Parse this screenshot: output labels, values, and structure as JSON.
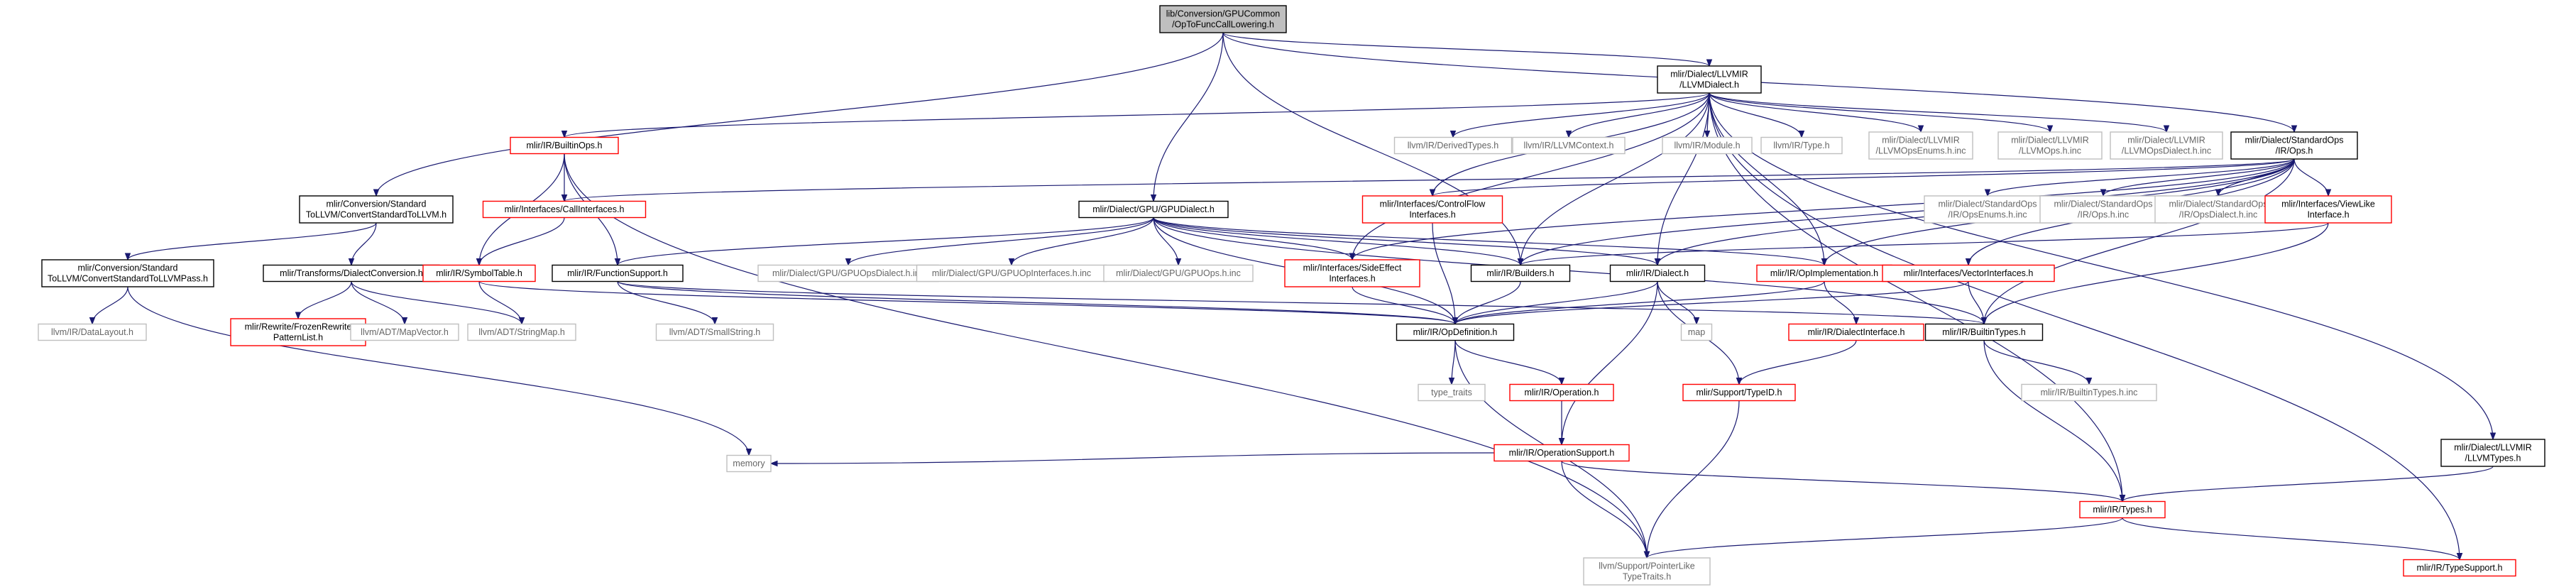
{
  "diagram": {
    "colors": {
      "edge": "#191970",
      "root_fill": "#bfbfbf",
      "root_stroke": "#000000",
      "documented_stroke": "#000000",
      "truncated_stroke": "#ff0000",
      "external_stroke": "#bfbfbf",
      "documented_text": "#000000",
      "external_text": "#666666"
    },
    "nodes": [
      {
        "id": "root",
        "kind": "root",
        "lines": [
          "lib/Conversion/GPUCommon",
          "/OpToFuncCallLowering.h"
        ]
      },
      {
        "id": "llvmdialect",
        "kind": "documented",
        "lines": [
          "mlir/Dialect/LLVMIR",
          "/LLVMDialect.h"
        ]
      },
      {
        "id": "builtinops",
        "kind": "truncated",
        "lines": [
          "mlir/IR/BuiltinOps.h"
        ]
      },
      {
        "id": "stdtollvm",
        "kind": "documented",
        "lines": [
          "mlir/Conversion/Standard",
          "ToLLVM/ConvertStandardToLLVM.h"
        ]
      },
      {
        "id": "callinterfaces",
        "kind": "truncated",
        "lines": [
          "mlir/Interfaces/CallInterfaces.h"
        ]
      },
      {
        "id": "gpudialect",
        "kind": "documented",
        "lines": [
          "mlir/Dialect/GPU/GPUDialect.h"
        ]
      },
      {
        "id": "derivedtypes",
        "kind": "external",
        "lines": [
          "llvm/IR/DerivedTypes.h"
        ]
      },
      {
        "id": "llvmcontext",
        "kind": "external",
        "lines": [
          "llvm/IR/LLVMContext.h"
        ]
      },
      {
        "id": "llvmmodule",
        "kind": "external",
        "lines": [
          "llvm/IR/Module.h"
        ]
      },
      {
        "id": "llvmtype",
        "kind": "external",
        "lines": [
          "llvm/IR/Type.h"
        ]
      },
      {
        "id": "llvmopsenums",
        "kind": "external",
        "lines": [
          "mlir/Dialect/LLVMIR",
          "/LLVMOpsEnums.h.inc"
        ]
      },
      {
        "id": "llvmopsinc",
        "kind": "external",
        "lines": [
          "mlir/Dialect/LLVMIR",
          "/LLVMOps.h.inc"
        ]
      },
      {
        "id": "llvmopsdialectinc",
        "kind": "external",
        "lines": [
          "mlir/Dialect/LLVMIR",
          "/LLVMOpsDialect.h.inc"
        ]
      },
      {
        "id": "stdops",
        "kind": "documented",
        "lines": [
          "mlir/Dialect/StandardOps",
          "/IR/Ops.h"
        ]
      },
      {
        "id": "controlflow",
        "kind": "truncated",
        "lines": [
          "mlir/Interfaces/ControlFlow",
          "Interfaces.h"
        ]
      },
      {
        "id": "stdopsenums",
        "kind": "external",
        "lines": [
          "mlir/Dialect/StandardOps",
          "/IR/OpsEnums.h.inc"
        ]
      },
      {
        "id": "stdopsinc",
        "kind": "external",
        "lines": [
          "mlir/Dialect/StandardOps",
          "/IR/Ops.h.inc"
        ]
      },
      {
        "id": "stdopsdialectinc",
        "kind": "external",
        "lines": [
          "mlir/Dialect/StandardOps",
          "/IR/OpsDialect.h.inc"
        ]
      },
      {
        "id": "viewlike",
        "kind": "truncated",
        "lines": [
          "mlir/Interfaces/ViewLike",
          "Interface.h"
        ]
      },
      {
        "id": "stdtollvmpass",
        "kind": "documented",
        "lines": [
          "mlir/Conversion/Standard",
          "ToLLVM/ConvertStandardToLLVMPass.h"
        ]
      },
      {
        "id": "dialectconversion",
        "kind": "documented",
        "lines": [
          "mlir/Transforms/DialectConversion.h"
        ]
      },
      {
        "id": "symboltable",
        "kind": "truncated",
        "lines": [
          "mlir/IR/SymbolTable.h"
        ]
      },
      {
        "id": "functionsupport",
        "kind": "documented",
        "lines": [
          "mlir/IR/FunctionSupport.h"
        ]
      },
      {
        "id": "gpuopsdialectinc",
        "kind": "external",
        "lines": [
          "mlir/Dialect/GPU/GPUOpsDialect.h.inc"
        ]
      },
      {
        "id": "gpuopinterfacesinc",
        "kind": "external",
        "lines": [
          "mlir/Dialect/GPU/GPUOpInterfaces.h.inc"
        ]
      },
      {
        "id": "gpuopsinc",
        "kind": "external",
        "lines": [
          "mlir/Dialect/GPU/GPUOps.h.inc"
        ]
      },
      {
        "id": "sideeffect",
        "kind": "truncated",
        "lines": [
          "mlir/Interfaces/SideEffect",
          "Interfaces.h"
        ]
      },
      {
        "id": "builders",
        "kind": "documented",
        "lines": [
          "mlir/IR/Builders.h"
        ]
      },
      {
        "id": "dialect",
        "kind": "documented",
        "lines": [
          "mlir/IR/Dialect.h"
        ]
      },
      {
        "id": "opimplementation",
        "kind": "truncated",
        "lines": [
          "mlir/IR/OpImplementation.h"
        ]
      },
      {
        "id": "vectorinterfaces",
        "kind": "truncated",
        "lines": [
          "mlir/Interfaces/VectorInterfaces.h"
        ]
      },
      {
        "id": "datalayout",
        "kind": "external",
        "lines": [
          "llvm/IR/DataLayout.h"
        ]
      },
      {
        "id": "frozenrewrite",
        "kind": "truncated",
        "lines": [
          "mlir/Rewrite/FrozenRewrite",
          "PatternList.h"
        ]
      },
      {
        "id": "mapvector",
        "kind": "external",
        "lines": [
          "llvm/ADT/MapVector.h"
        ]
      },
      {
        "id": "stringmap",
        "kind": "external",
        "lines": [
          "llvm/ADT/StringMap.h"
        ]
      },
      {
        "id": "smallstring",
        "kind": "external",
        "lines": [
          "llvm/ADT/SmallString.h"
        ]
      },
      {
        "id": "opdefinition",
        "kind": "documented",
        "lines": [
          "mlir/IR/OpDefinition.h"
        ]
      },
      {
        "id": "map",
        "kind": "external",
        "lines": [
          "map"
        ]
      },
      {
        "id": "dialectinterface",
        "kind": "truncated",
        "lines": [
          "mlir/IR/DialectInterface.h"
        ]
      },
      {
        "id": "builtintypes",
        "kind": "documented",
        "lines": [
          "mlir/IR/BuiltinTypes.h"
        ]
      },
      {
        "id": "typetraits",
        "kind": "external",
        "lines": [
          "type_traits"
        ]
      },
      {
        "id": "operation",
        "kind": "truncated",
        "lines": [
          "mlir/IR/Operation.h"
        ]
      },
      {
        "id": "typeid",
        "kind": "truncated",
        "lines": [
          "mlir/Support/TypeID.h"
        ]
      },
      {
        "id": "builtintypesinc",
        "kind": "external",
        "lines": [
          "mlir/IR/BuiltinTypes.h.inc"
        ]
      },
      {
        "id": "llvmtypes",
        "kind": "documented",
        "lines": [
          "mlir/Dialect/LLVMIR",
          "/LLVMTypes.h"
        ]
      },
      {
        "id": "operationsupport",
        "kind": "truncated",
        "lines": [
          "mlir/IR/OperationSupport.h"
        ]
      },
      {
        "id": "memory",
        "kind": "external",
        "lines": [
          "memory"
        ]
      },
      {
        "id": "irtypes",
        "kind": "truncated",
        "lines": [
          "mlir/IR/Types.h"
        ]
      },
      {
        "id": "pointerlike",
        "kind": "external",
        "lines": [
          "llvm/Support/PointerLike",
          "TypeTraits.h"
        ]
      },
      {
        "id": "typesupport",
        "kind": "truncated",
        "lines": [
          "mlir/IR/TypeSupport.h"
        ]
      }
    ],
    "edges": [
      [
        "root",
        "llvmdialect"
      ],
      [
        "root",
        "stdtollvm"
      ],
      [
        "root",
        "gpudialect"
      ],
      [
        "root",
        "stdops"
      ],
      [
        "root",
        "builders"
      ],
      [
        "llvmdialect",
        "builtinops"
      ],
      [
        "llvmdialect",
        "derivedtypes"
      ],
      [
        "llvmdialect",
        "llvmcontext"
      ],
      [
        "llvmdialect",
        "llvmmodule"
      ],
      [
        "llvmdialect",
        "llvmtype"
      ],
      [
        "llvmdialect",
        "llvmopsenums"
      ],
      [
        "llvmdialect",
        "llvmopsinc"
      ],
      [
        "llvmdialect",
        "llvmopsdialectinc"
      ],
      [
        "llvmdialect",
        "llvmtypes"
      ],
      [
        "llvmdialect",
        "controlflow"
      ],
      [
        "llvmdialect",
        "sideeffect"
      ],
      [
        "llvmdialect",
        "builders"
      ],
      [
        "llvmdialect",
        "dialect"
      ],
      [
        "llvmdialect",
        "opimplementation"
      ],
      [
        "llvmdialect",
        "irtypes"
      ],
      [
        "llvmdialect",
        "typesupport"
      ],
      [
        "stdtollvm",
        "stdtollvmpass"
      ],
      [
        "stdtollvm",
        "dialectconversion"
      ],
      [
        "stdtollvmpass",
        "datalayout"
      ],
      [
        "stdtollvmpass",
        "memory"
      ],
      [
        "builtinops",
        "callinterfaces"
      ],
      [
        "builtinops",
        "symboltable"
      ],
      [
        "builtinops",
        "functionsupport"
      ],
      [
        "builtinops",
        "pointerlike"
      ],
      [
        "callinterfaces",
        "symboltable"
      ],
      [
        "dialectconversion",
        "frozenrewrite"
      ],
      [
        "dialectconversion",
        "mapvector"
      ],
      [
        "dialectconversion",
        "stringmap"
      ],
      [
        "symboltable",
        "stringmap"
      ],
      [
        "symboltable",
        "opdefinition"
      ],
      [
        "functionsupport",
        "smallstring"
      ],
      [
        "functionsupport",
        "opdefinition"
      ],
      [
        "functionsupport",
        "builtintypes"
      ],
      [
        "gpudialect",
        "gpuopsdialectinc"
      ],
      [
        "gpudialect",
        "gpuopinterfacesinc"
      ],
      [
        "gpudialect",
        "gpuopsinc"
      ],
      [
        "gpudialect",
        "sideeffect"
      ],
      [
        "gpudialect",
        "builders"
      ],
      [
        "gpudialect",
        "dialect"
      ],
      [
        "gpudialect",
        "opimplementation"
      ],
      [
        "gpudialect",
        "functionsupport"
      ],
      [
        "gpudialect",
        "opdefinition"
      ],
      [
        "gpudialect",
        "builtintypes"
      ],
      [
        "stdops",
        "callinterfaces"
      ],
      [
        "stdops",
        "controlflow"
      ],
      [
        "stdops",
        "stdopsenums"
      ],
      [
        "stdops",
        "stdopsinc"
      ],
      [
        "stdops",
        "stdopsdialectinc"
      ],
      [
        "stdops",
        "viewlike"
      ],
      [
        "stdops",
        "vectorinterfaces"
      ],
      [
        "stdops",
        "sideeffect"
      ],
      [
        "stdops",
        "builders"
      ],
      [
        "stdops",
        "dialect"
      ],
      [
        "stdops",
        "opimplementation"
      ],
      [
        "stdops",
        "builtintypes"
      ],
      [
        "controlflow",
        "opdefinition"
      ],
      [
        "sideeffect",
        "opdefinition"
      ],
      [
        "builders",
        "opdefinition"
      ],
      [
        "dialect",
        "opdefinition"
      ],
      [
        "dialect",
        "map"
      ],
      [
        "dialect",
        "typeid"
      ],
      [
        "dialect",
        "operationsupport"
      ],
      [
        "opimplementation",
        "opdefinition"
      ],
      [
        "opimplementation",
        "dialectinterface"
      ],
      [
        "viewlike",
        "builders"
      ],
      [
        "viewlike",
        "builtintypes"
      ],
      [
        "vectorinterfaces",
        "opdefinition"
      ],
      [
        "vectorinterfaces",
        "builtintypes"
      ],
      [
        "dialectinterface",
        "typeid"
      ],
      [
        "opdefinition",
        "typetraits"
      ],
      [
        "opdefinition",
        "operation"
      ],
      [
        "opdefinition",
        "pointerlike"
      ],
      [
        "operation",
        "operationsupport"
      ],
      [
        "builtintypes",
        "builtintypesinc"
      ],
      [
        "builtintypes",
        "irtypes"
      ],
      [
        "typeid",
        "pointerlike"
      ],
      [
        "llvmtypes",
        "irtypes"
      ],
      [
        "operationsupport",
        "memory"
      ],
      [
        "operationsupport",
        "irtypes"
      ],
      [
        "operationsupport",
        "pointerlike"
      ],
      [
        "irtypes",
        "pointerlike"
      ],
      [
        "irtypes",
        "typesupport"
      ]
    ]
  }
}
